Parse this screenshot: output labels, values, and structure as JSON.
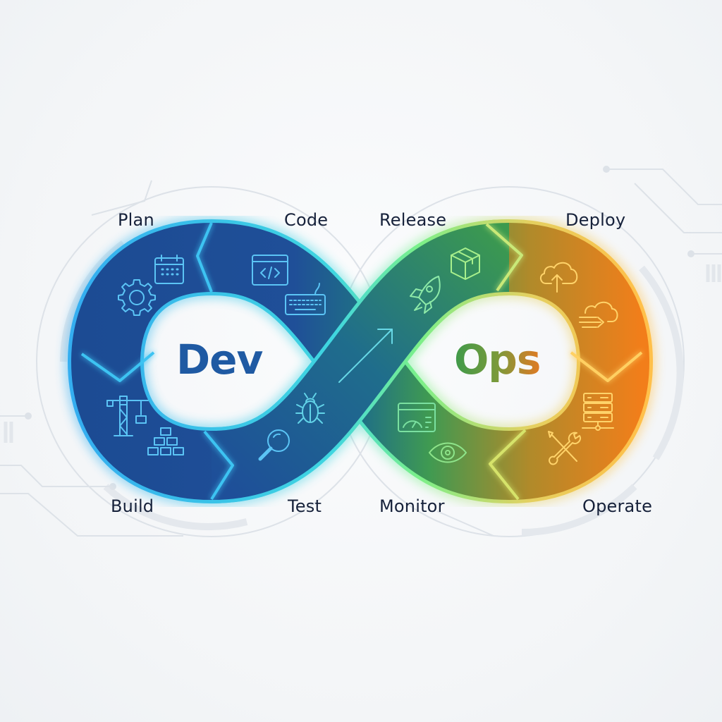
{
  "diagram": {
    "type": "devops-infinity-loop",
    "center_words": {
      "left": "Dev",
      "right": "Ops"
    },
    "stages": [
      {
        "id": "plan",
        "label": "Plan",
        "icons": [
          "calendar-icon",
          "gear-icon"
        ]
      },
      {
        "id": "code",
        "label": "Code",
        "icons": [
          "code-window-icon",
          "keyboard-icon"
        ]
      },
      {
        "id": "build",
        "label": "Build",
        "icons": [
          "crane-icon",
          "blocks-stack-icon"
        ]
      },
      {
        "id": "test",
        "label": "Test",
        "icons": [
          "bug-icon",
          "magnifier-icon"
        ]
      },
      {
        "id": "release",
        "label": "Release",
        "icons": [
          "package-box-icon",
          "rocket-icon"
        ]
      },
      {
        "id": "deploy",
        "label": "Deploy",
        "icons": [
          "cloud-upload-icon",
          "cloud-transfer-icon"
        ]
      },
      {
        "id": "operate",
        "label": "Operate",
        "icons": [
          "server-rack-icon",
          "tools-icon"
        ]
      },
      {
        "id": "monitor",
        "label": "Monitor",
        "icons": [
          "dashboard-gauge-icon",
          "eye-icon"
        ]
      }
    ],
    "colors": {
      "dev_band": "#1d4f97",
      "dev_edge": "#35b6f0",
      "ops_green": "#3aa55a",
      "ops_orange": "#f07f1e",
      "ops_edge": "#8ef08a",
      "dev_text": "#1f5aa3",
      "label_text": "#16213a",
      "background": "#f4f6f8"
    }
  }
}
